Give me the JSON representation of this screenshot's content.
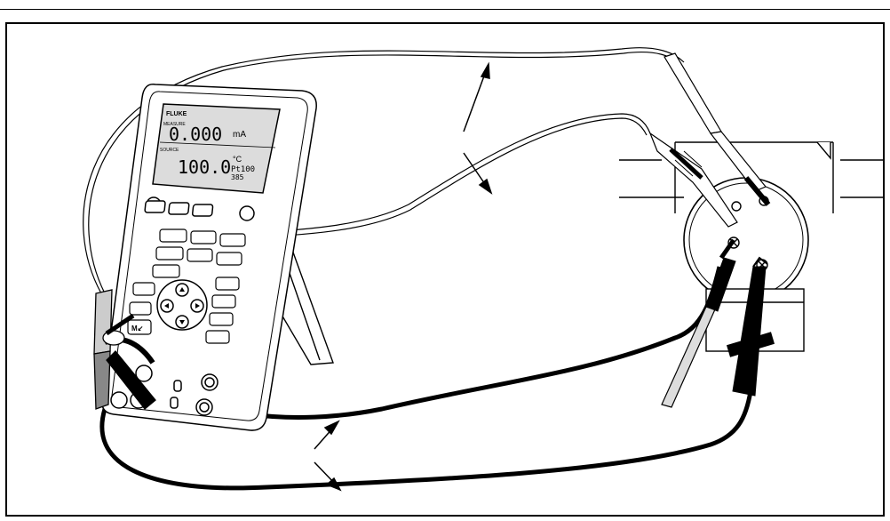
{
  "meter": {
    "brand": "FLUKE",
    "measure_label": "MEASURE",
    "measure_value": "0.000",
    "measure_unit": "mA",
    "source_label": "SOURCE",
    "source_value": "100.0",
    "source_unit": "°C",
    "sensor_type": "Pt100",
    "sensor_coeff": "385",
    "key_label": "M↙"
  },
  "colors": {
    "ink": "#000000",
    "lcd": "#dcdcdc",
    "paper": "#ffffff",
    "lead_gray": "#9a9a9a"
  }
}
